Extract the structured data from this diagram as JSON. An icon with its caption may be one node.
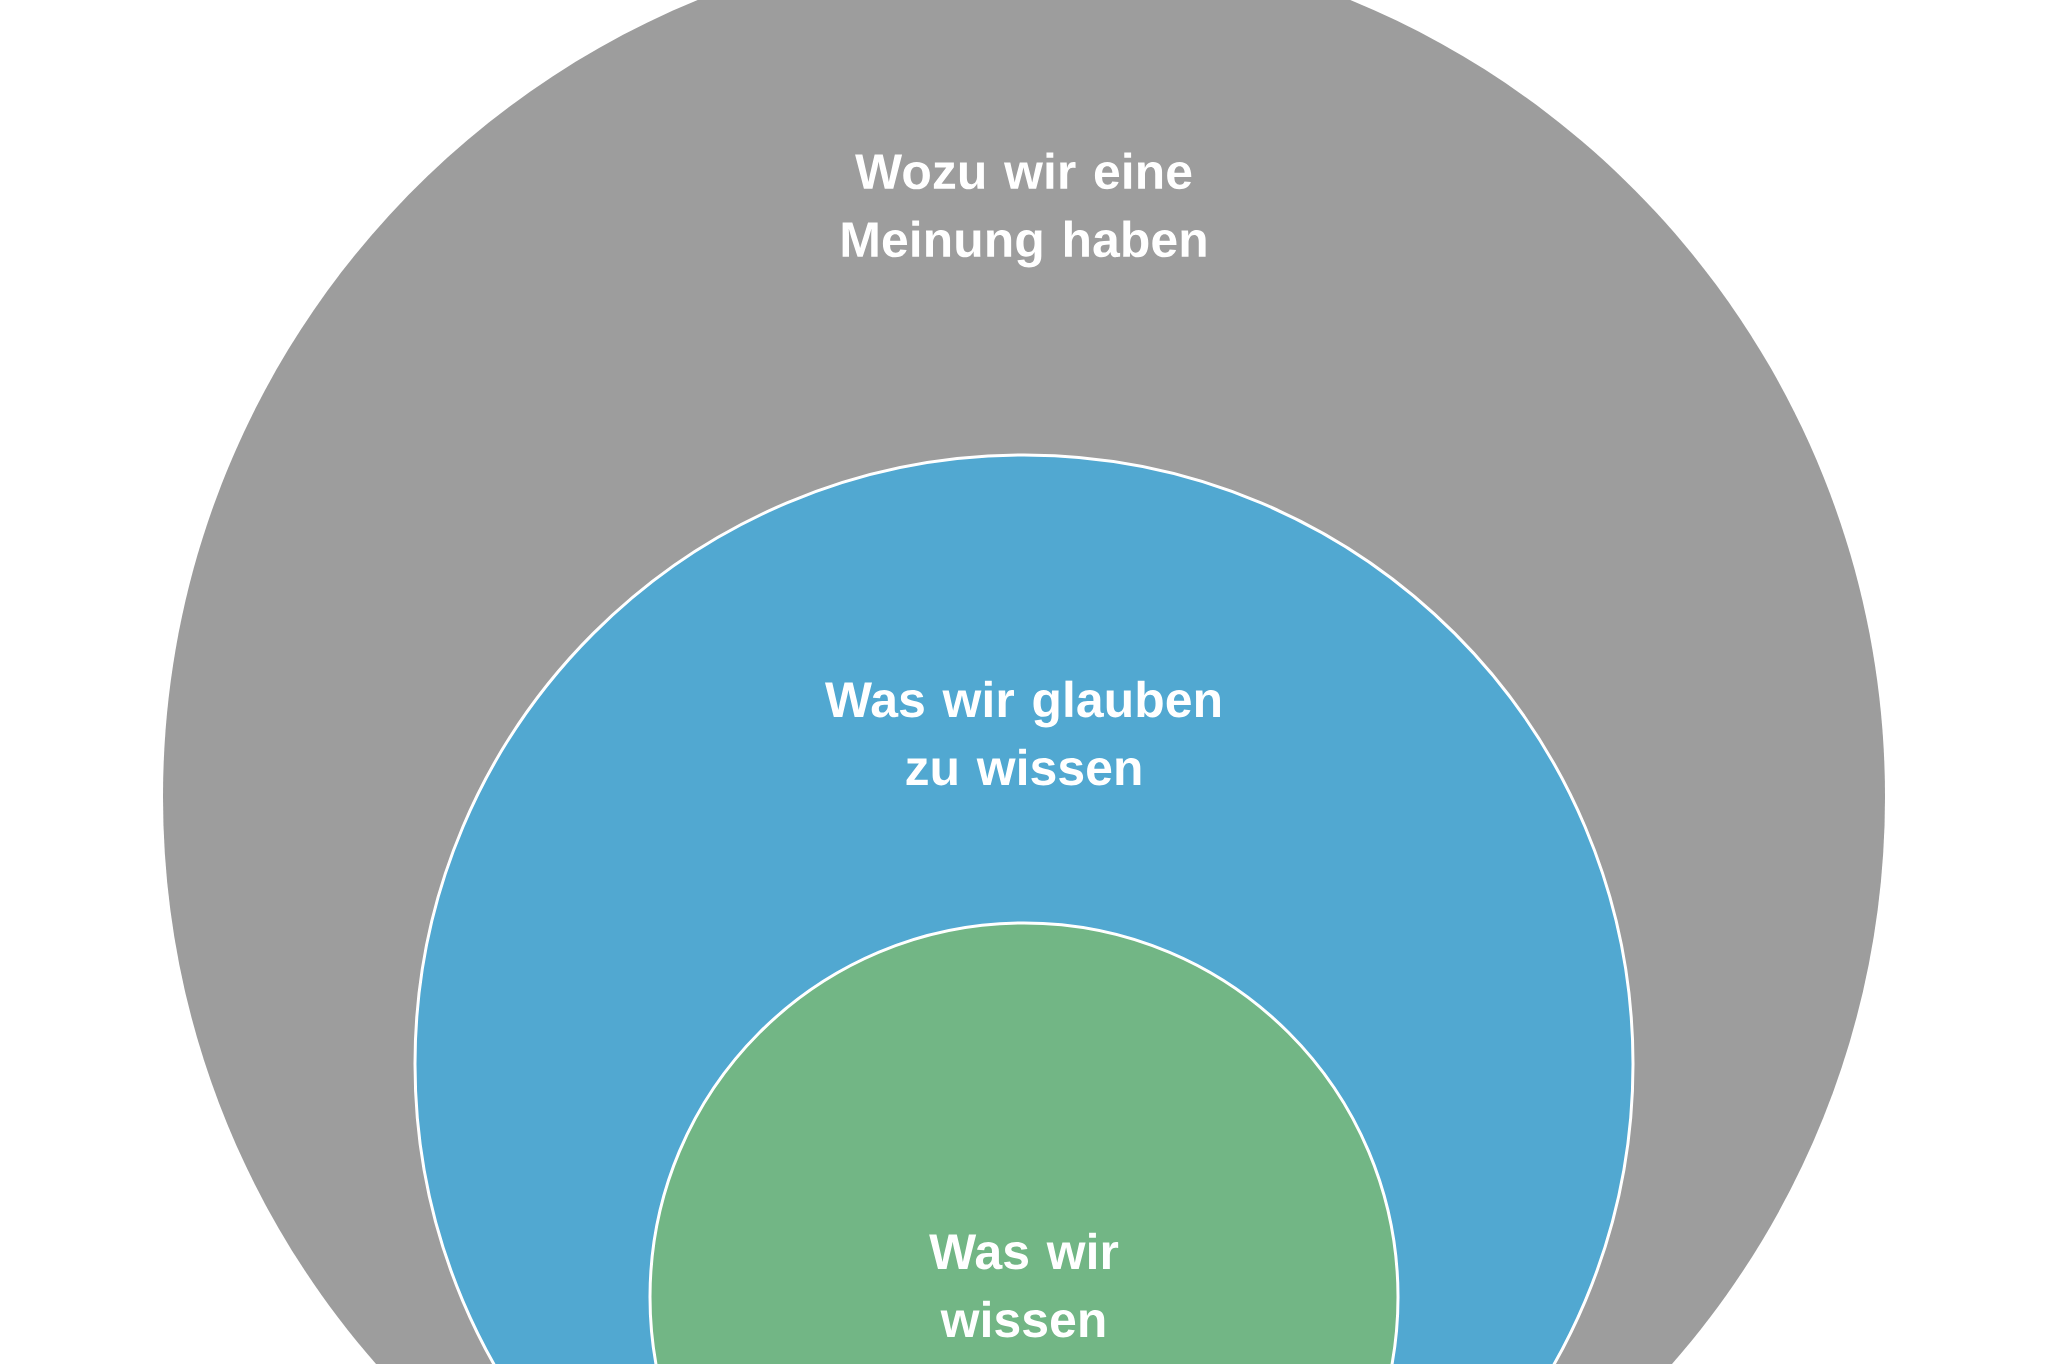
{
  "diagram": {
    "nodes": [
      {
        "text": [
          "Wozu wir eine Meinung haben"
        ]
      },
      {
        "text": [
          "Was wir glauben zu wissen"
        ],
        "in": 0
      },
      {
        "text": [
          "Was wir wissen"
        ],
        "in": 1
      }
    ]
  }
}
